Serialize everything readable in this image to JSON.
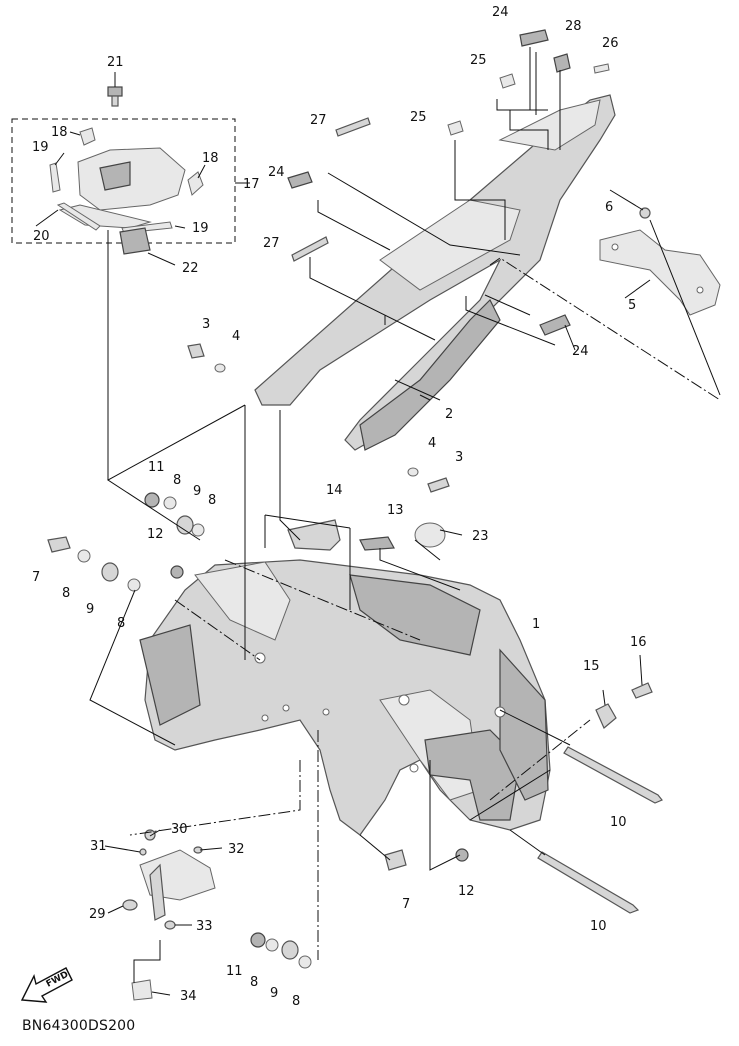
{
  "diagram_code": "BN64300DS200",
  "fwd_label": "FWD",
  "callouts": {
    "c1": "1",
    "c2": "2",
    "c3a": "3",
    "c3b": "3",
    "c4a": "4",
    "c4b": "4",
    "c5": "5",
    "c6": "6",
    "c7a": "7",
    "c7b": "7",
    "c8a": "8",
    "c8b": "8",
    "c8c": "8",
    "c8d": "8",
    "c8e": "8",
    "c8f": "8",
    "c9a": "9",
    "c9b": "9",
    "c9c": "9",
    "c10a": "10",
    "c10b": "10",
    "c11a": "11",
    "c11b": "11",
    "c12a": "12",
    "c12b": "12",
    "c13": "13",
    "c14": "14",
    "c15": "15",
    "c16": "16",
    "c17": "17",
    "c18a": "18",
    "c18b": "18",
    "c19a": "19",
    "c19b": "19",
    "c20": "20",
    "c21": "21",
    "c22": "22",
    "c23": "23",
    "c24a": "24",
    "c24b": "24",
    "c24c": "24",
    "c25a": "25",
    "c25b": "25",
    "c26": "26",
    "c27a": "27",
    "c27b": "27",
    "c28": "28",
    "c29": "29",
    "c30": "30",
    "c31": "31",
    "c32": "32",
    "c33": "33",
    "c34": "34"
  }
}
